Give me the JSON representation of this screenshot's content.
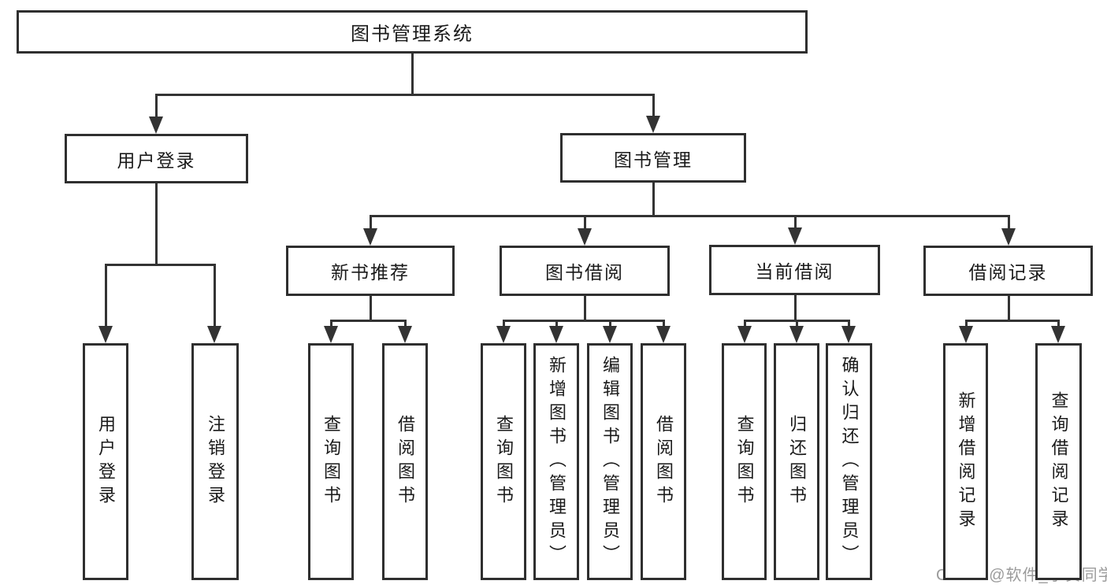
{
  "diagram": {
    "type": "hierarchy-tree",
    "title": "图书管理系统",
    "background": "#ffffff",
    "line_color": "#333333",
    "box_border_color": "#2f2f2f",
    "box_fill_color": "#ffffff",
    "text_color": "#1a1a1a",
    "watermark": {
      "text": "CSDN @软件_小贺同学",
      "color": "#9b9b9b"
    }
  },
  "nodes": [
    {
      "id": "library-management-system",
      "label": "图书管理系统",
      "level": 1,
      "parent": null,
      "orientation": "horizontal"
    },
    {
      "id": "user-login",
      "label": "用户登录",
      "level": 2,
      "parent": "library-management-system",
      "orientation": "horizontal"
    },
    {
      "id": "book-management",
      "label": "图书管理",
      "level": 2,
      "parent": "library-management-system",
      "orientation": "horizontal"
    },
    {
      "id": "new-book-recommendation",
      "label": "新书推荐",
      "level": 3,
      "parent": "book-management",
      "orientation": "horizontal"
    },
    {
      "id": "book-borrowing",
      "label": "图书借阅",
      "level": 3,
      "parent": "book-management",
      "orientation": "horizontal"
    },
    {
      "id": "current-borrowing",
      "label": "当前借阅",
      "level": 3,
      "parent": "book-management",
      "orientation": "horizontal"
    },
    {
      "id": "borrowing-records",
      "label": "借阅记录",
      "level": 3,
      "parent": "book-management",
      "orientation": "horizontal"
    },
    {
      "id": "user-login-action",
      "label": "用户登录",
      "level": 4,
      "parent": "user-login",
      "orientation": "vertical"
    },
    {
      "id": "logout-action",
      "label": "注销登录",
      "level": 4,
      "parent": "user-login",
      "orientation": "vertical"
    },
    {
      "id": "query-books-new",
      "label": "查询图书",
      "level": 4,
      "parent": "new-book-recommendation",
      "orientation": "vertical"
    },
    {
      "id": "borrow-books-new",
      "label": "借阅图书",
      "level": 4,
      "parent": "new-book-recommendation",
      "orientation": "vertical"
    },
    {
      "id": "query-books-borrowing",
      "label": "查询图书",
      "level": 4,
      "parent": "book-borrowing",
      "orientation": "vertical"
    },
    {
      "id": "add-books-admin",
      "label": "新增图书（管理员）",
      "level": 4,
      "parent": "book-borrowing",
      "orientation": "vertical"
    },
    {
      "id": "edit-books-admin",
      "label": "编辑图书（管理员）",
      "level": 4,
      "parent": "book-borrowing",
      "orientation": "vertical"
    },
    {
      "id": "borrow-books",
      "label": "借阅图书",
      "level": 4,
      "parent": "book-borrowing",
      "orientation": "vertical"
    },
    {
      "id": "query-books-current",
      "label": "查询图书",
      "level": 4,
      "parent": "current-borrowing",
      "orientation": "vertical"
    },
    {
      "id": "return-books",
      "label": "归还图书",
      "level": 4,
      "parent": "current-borrowing",
      "orientation": "vertical"
    },
    {
      "id": "confirm-return-admin",
      "label": "确认归还（管理员）",
      "level": 4,
      "parent": "current-borrowing",
      "orientation": "vertical"
    },
    {
      "id": "add-borrow-record",
      "label": "新增借阅记录",
      "level": 4,
      "parent": "borrowing-records",
      "orientation": "vertical"
    },
    {
      "id": "query-borrow-record",
      "label": "查询借阅记录",
      "level": 4,
      "parent": "borrowing-records",
      "orientation": "vertical"
    }
  ]
}
